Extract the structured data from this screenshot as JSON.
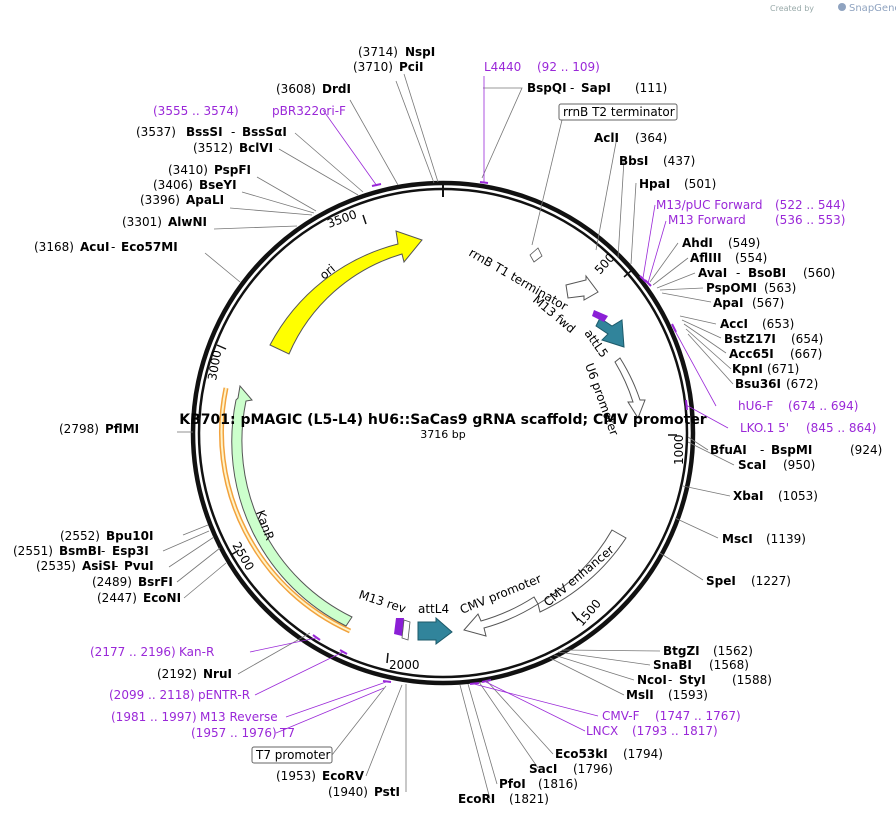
{
  "header": {
    "credit": "Created by",
    "brand": "SnapGene"
  },
  "plasmid": {
    "title": "KB701: pMAGIC (L5-L4) hU6::SaCas9 gRNA scaffold; CMV promoter",
    "size_label": "3716 bp"
  },
  "ticks": [
    "500",
    "1000",
    "1500",
    "2000",
    "2500",
    "3000",
    "3500"
  ],
  "features": {
    "ori": "ori",
    "kanr": "KanR",
    "u6": "U6 promoter",
    "cmv_enh": "CMV enhancer",
    "cmv_prom": "CMV promoter",
    "attl5": "attL5",
    "attl4": "attL4",
    "rrnb_t1": "rrnB T1 terminator",
    "m13fwd": "M13 fwd",
    "m13rev": "M13 rev"
  },
  "sites": [
    {
      "pos": "(3714)",
      "name": "NspI"
    },
    {
      "pos": "(3710)",
      "name": "PciI"
    },
    {
      "pos": "(3608)",
      "name": "DrdI"
    },
    {
      "pos": "(3537)",
      "name": "BssSI",
      "name2": "BssSαI"
    },
    {
      "pos": "(3512)",
      "name": "BclVI"
    },
    {
      "pos": "(3410)",
      "name": "PspFI"
    },
    {
      "pos": "(3406)",
      "name": "BseYI"
    },
    {
      "pos": "(3396)",
      "name": "ApaLI"
    },
    {
      "pos": "(3301)",
      "name": "AlwNI"
    },
    {
      "pos": "(3168)",
      "name": "AcuI",
      "name2": "Eco57MI"
    },
    {
      "pos": "(2798)",
      "name": "PflMI"
    },
    {
      "pos": "(2552)",
      "name": "Bpu10I"
    },
    {
      "pos": "(2551)",
      "name": "BsmBI",
      "name2": "Esp3I"
    },
    {
      "pos": "(2535)",
      "name": "AsiSI",
      "name2": "PvuI"
    },
    {
      "pos": "(2489)",
      "name": "BsrFI"
    },
    {
      "pos": "(2447)",
      "name": "EcoNI"
    },
    {
      "pos": "(2192)",
      "name": "NruI"
    },
    {
      "pos": "(1953)",
      "name": "EcoRV"
    },
    {
      "pos": "(1940)",
      "name": "PstI"
    },
    {
      "name": "BspQI",
      "name2": "SapI",
      "pos": "(111)"
    },
    {
      "name": "AclI",
      "pos": "(364)"
    },
    {
      "name": "BbsI",
      "pos": "(437)"
    },
    {
      "name": "HpaI",
      "pos": "(501)"
    },
    {
      "name": "AhdI",
      "pos": "(549)"
    },
    {
      "name": "AflIII",
      "pos": "(554)"
    },
    {
      "name": "AvaI",
      "name2": "BsoBI",
      "pos": "(560)"
    },
    {
      "name": "PspOMI",
      "pos": "(563)"
    },
    {
      "name": "ApaI",
      "pos": "(567)"
    },
    {
      "name": "AccI",
      "pos": "(653)"
    },
    {
      "name": "BstZ17I",
      "pos": "(654)"
    },
    {
      "name": "Acc65I",
      "pos": "(667)"
    },
    {
      "name": "KpnI",
      "pos": "(671)"
    },
    {
      "name": "Bsu36I",
      "pos": "(672)"
    },
    {
      "name": "BfuAI",
      "name2": "BspMI",
      "pos": "(924)"
    },
    {
      "name": "ScaI",
      "pos": "(950)"
    },
    {
      "name": "XbaI",
      "pos": "(1053)"
    },
    {
      "name": "MscI",
      "pos": "(1139)"
    },
    {
      "name": "SpeI",
      "pos": "(1227)"
    },
    {
      "name": "BtgZI",
      "pos": "(1562)"
    },
    {
      "name": "SnaBI",
      "pos": "(1568)"
    },
    {
      "name": "NcoI",
      "name2": "StyI",
      "pos": "(1588)"
    },
    {
      "name": "MslI",
      "pos": "(1593)"
    },
    {
      "name": "Eco53kI",
      "pos": "(1794)"
    },
    {
      "name": "SacI",
      "pos": "(1796)"
    },
    {
      "name": "PfoI",
      "pos": "(1816)"
    },
    {
      "name": "EcoRI",
      "pos": "(1821)"
    }
  ],
  "primers": [
    {
      "name": "L4440",
      "range": "(92 .. 109)"
    },
    {
      "name": "pBR322ori-F",
      "range": "(3555 .. 3574)"
    },
    {
      "name": "M13/pUC Forward",
      "range": "(522 .. 544)"
    },
    {
      "name": "M13 Forward",
      "range": "(536 .. 553)"
    },
    {
      "name": "hU6-F",
      "range": "(674 .. 694)"
    },
    {
      "name": "LKO.1 5'",
      "range": "(845 .. 864)"
    },
    {
      "name": "CMV-F",
      "range": "(1747 .. 1767)"
    },
    {
      "name": "LNCX",
      "range": "(1793 .. 1817)"
    },
    {
      "name": "Kan-R",
      "range": "(2177 .. 2196)"
    },
    {
      "name": "pENTR-R",
      "range": "(2099 .. 2118)"
    },
    {
      "name": "M13 Reverse",
      "range": "(1981 .. 1997)"
    },
    {
      "name": "T7",
      "range": "(1957 .. 1976)"
    }
  ],
  "boxed": {
    "rrnb_t2": "rrnB T2 terminator",
    "t7prom": "T7 promoter"
  },
  "colors": {
    "ori": "#ffff00",
    "kanr": "#ccffcc",
    "att": "#31849b",
    "primer": "#9a28d8",
    "lines": "#777777",
    "m13": "#8b1fd6"
  }
}
